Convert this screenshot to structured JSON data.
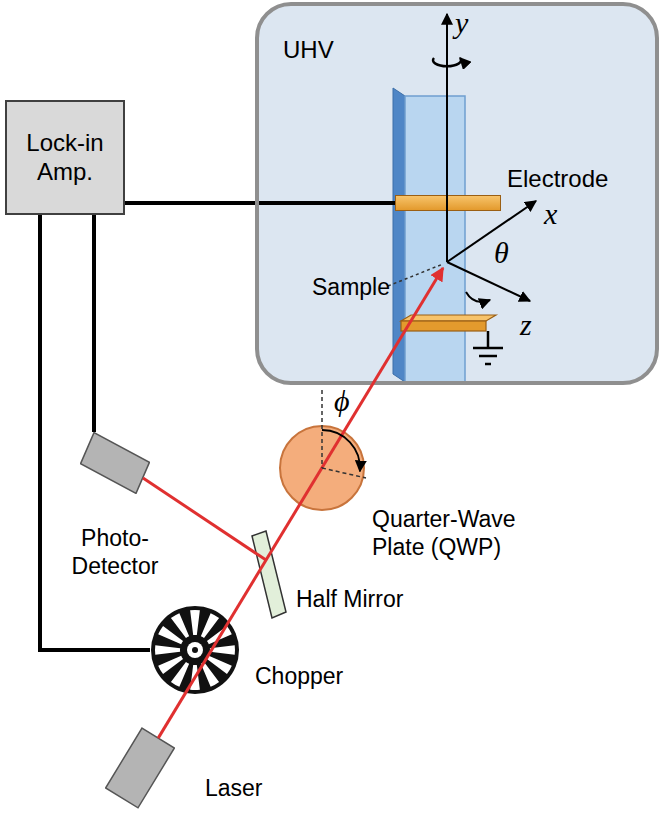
{
  "diagram": {
    "nodes": [
      {
        "text": [
          "UHV"
        ]
      },
      {
        "text": [
          "Electrode"
        ],
        "in": 0
      },
      {
        "text": [
          "Lock-in Amp."
        ]
      },
      {
        "text": [
          "Photo- Detector"
        ]
      },
      {
        "text": [
          "Chopper"
        ]
      },
      {
        "text": [
          "Laser"
        ]
      }
    ],
    "edges": [
      {
        "from": 2,
        "to": 1,
        "arrow": "none"
      },
      {
        "from": 2,
        "to": 3,
        "arrow": "none"
      },
      {
        "from": 2,
        "to": 4,
        "arrow": "none"
      }
    ],
    "labels": [
      "y",
      "x",
      "z",
      "θ",
      "Sample",
      "ϕ",
      "Quarter-Wave Plate (QWP)",
      "Half Mirror"
    ]
  }
}
